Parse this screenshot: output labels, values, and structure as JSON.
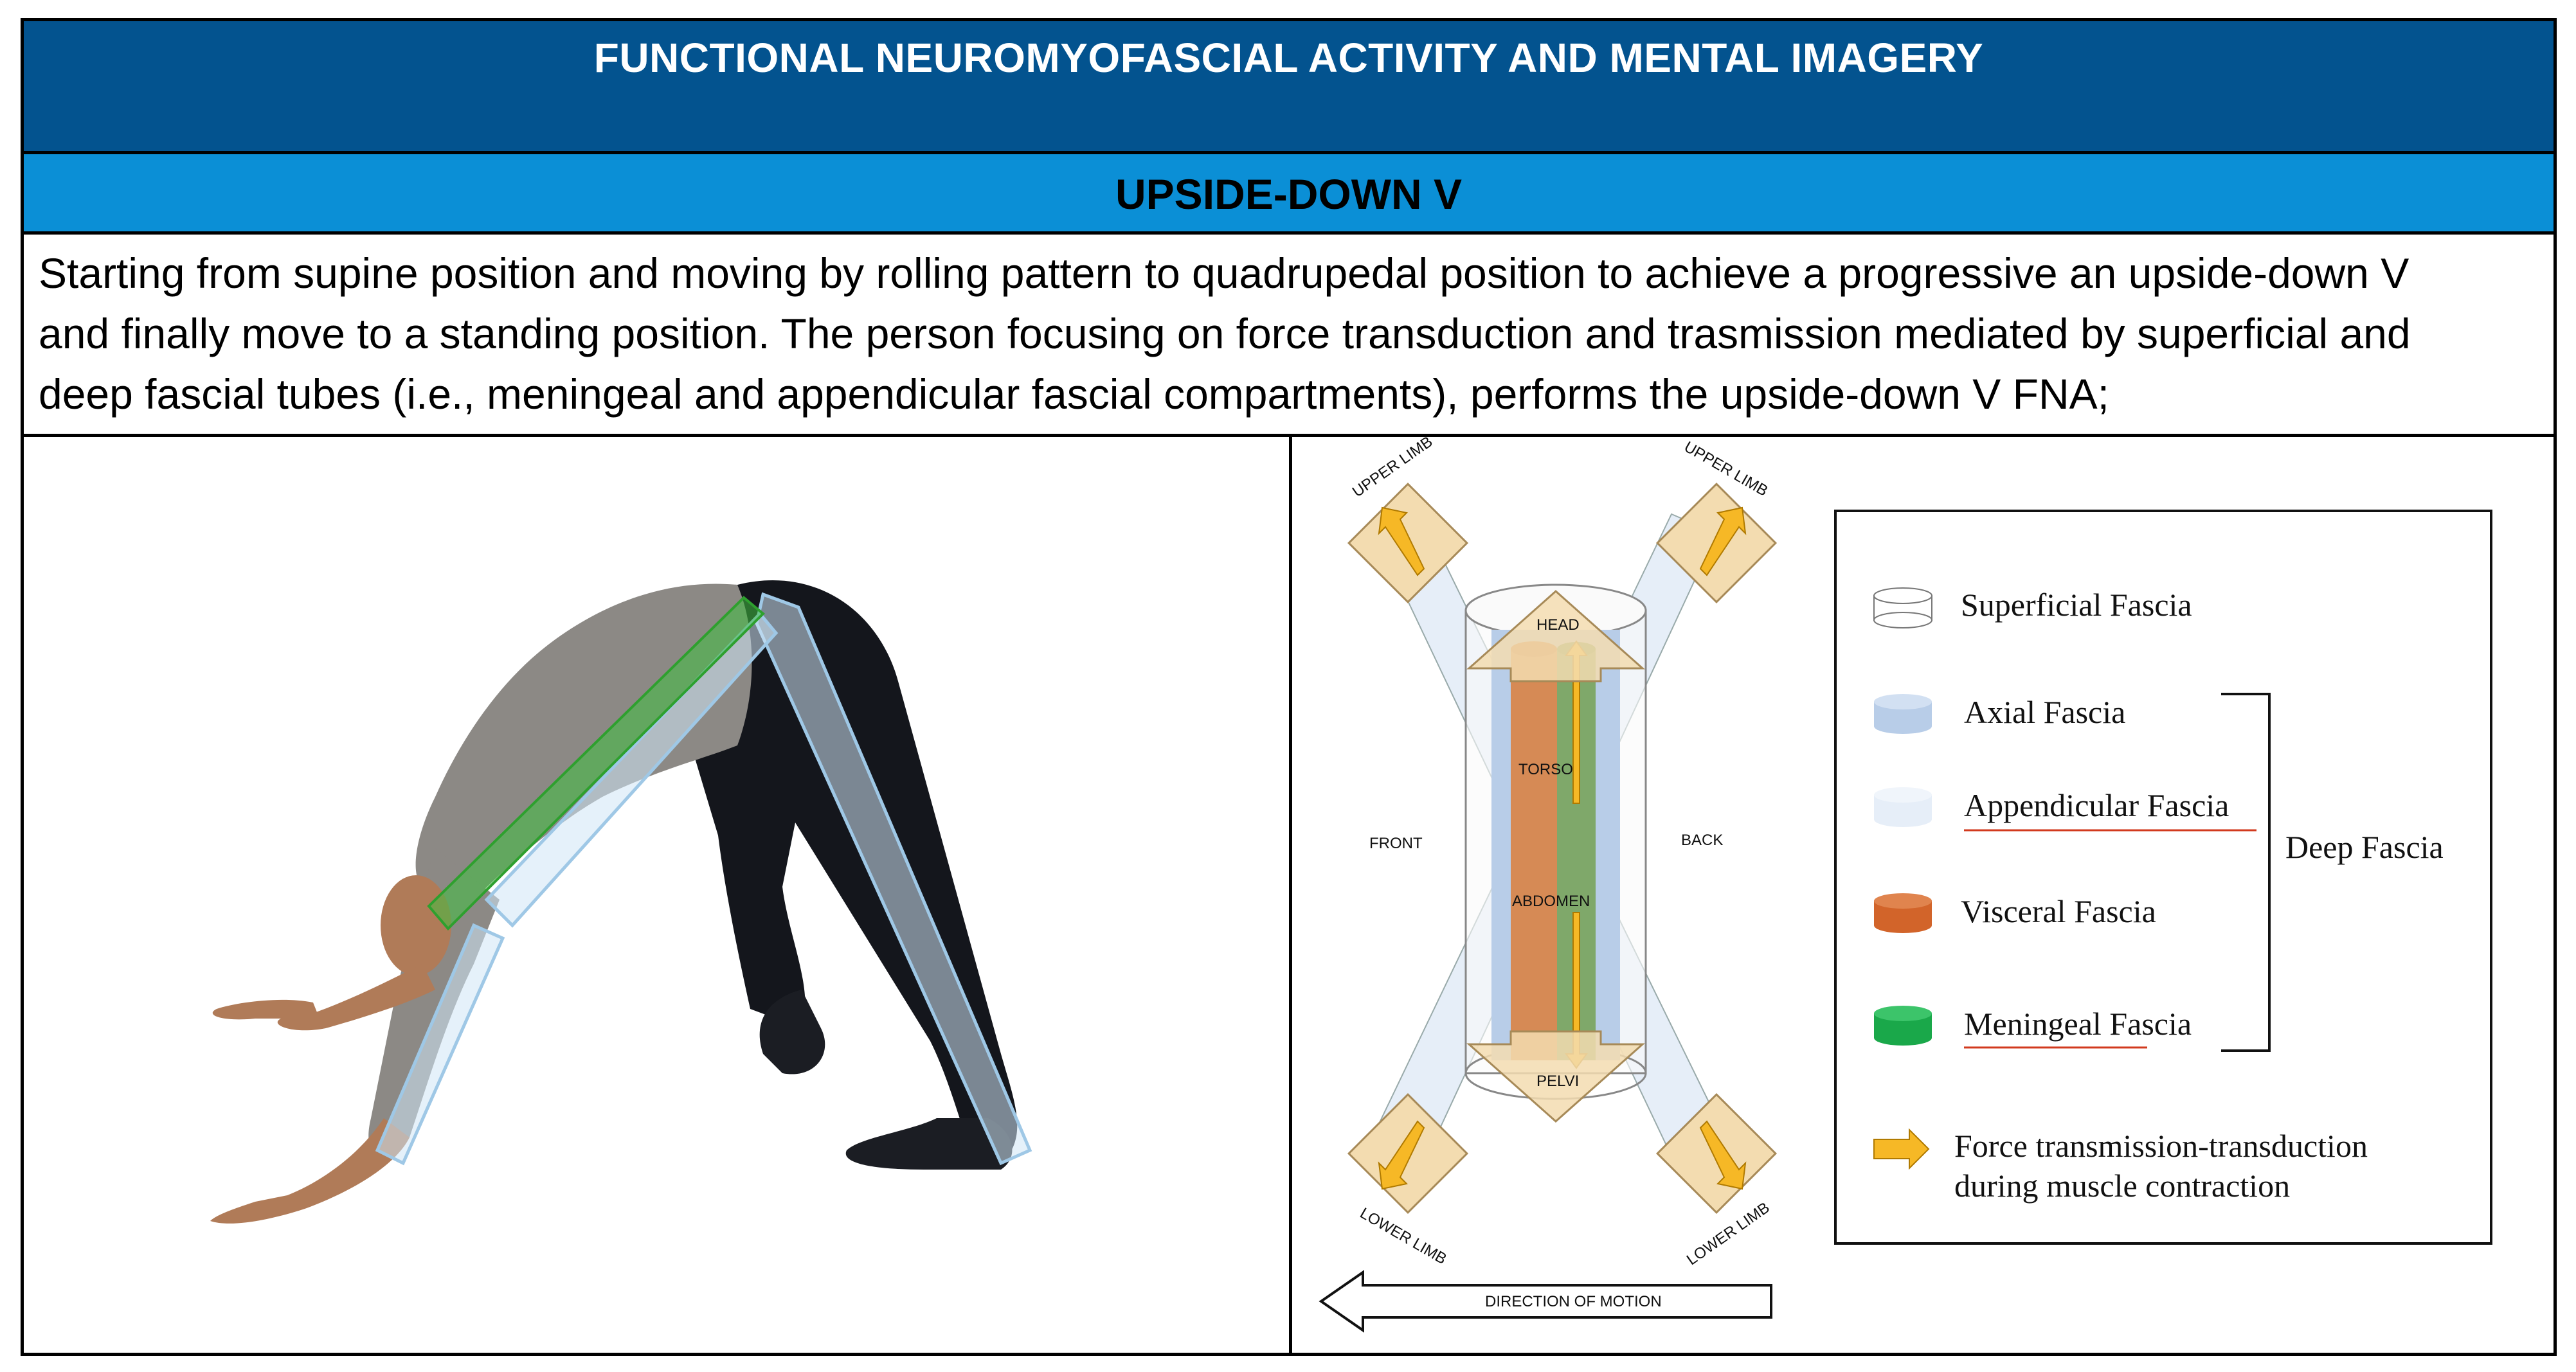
{
  "header": {
    "title": "FUNCTIONAL NEUROMYOFASCIAL ACTIVITY AND MENTAL IMAGERY",
    "subtitle": "UPSIDE-DOWN V",
    "description_lines": [
      "Starting from supine position and moving by rolling pattern to quadrupedal position to achieve a progressive an upside-down V",
      "and finally move to a standing position. The person focusing on force transduction and trasmission mediated by superficial and",
      "deep fascial tubes (i.e., meningeal and appendicular fascial compartments), performs the upside-down V FNA;"
    ]
  },
  "diagram": {
    "labels": {
      "upper_limb_left": "UPPER LIMB",
      "upper_limb_right": "UPPER LIMB",
      "lower_limb_left": "LOWER LIMB",
      "lower_limb_right": "LOWER LIMB",
      "head": "HEAD",
      "torso": "TORSO",
      "abdomen": "ABDOMEN",
      "pelvi": "PELVI",
      "front": "FRONT",
      "back": "BACK",
      "direction": "DIRECTION OF MOTION"
    },
    "legend": {
      "items": [
        {
          "label": "Superficial Fascia",
          "color": "#ffffff"
        },
        {
          "label": "Axial Fascia",
          "color": "#b8cde8"
        },
        {
          "label": "Appendicular Fascia",
          "color": "#e6eef8"
        },
        {
          "label": "Visceral Fascia",
          "color": "#d2642a"
        },
        {
          "label": "Meningeal Fascia",
          "color": "#1aa84a"
        }
      ],
      "group_label": "Deep Fascia",
      "arrow_label_1": "Force transmission-transduction",
      "arrow_label_2": "during muscle contraction",
      "arrow_color": "#f6b826"
    }
  }
}
